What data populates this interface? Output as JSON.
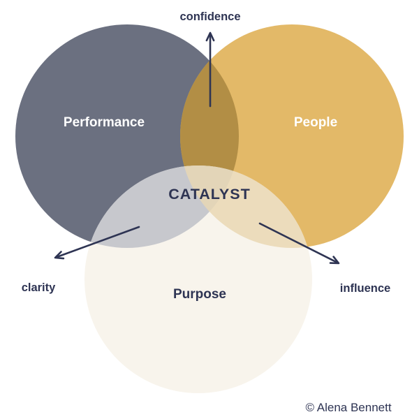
{
  "diagram": {
    "background": "#ffffff",
    "text_color": "#2e3453",
    "arrow_color": "#2e3453",
    "center_label": "CATALYST",
    "credit": "© Alena Bennett",
    "circles": {
      "performance": {
        "label": "Performance",
        "color": "#6b7080",
        "label_color": "#ffffff"
      },
      "people": {
        "label": "People",
        "color": "#e3b968",
        "label_color": "#ffffff"
      },
      "purpose": {
        "label": "Purpose",
        "color": "#f8f4ec",
        "label_color": "#2e3453"
      }
    },
    "overlaps": {
      "performance_people": "#b28e45",
      "performance_purpose": "#c7c8cd",
      "people_purpose": "#ecdcbc",
      "center": "#e3d5b8"
    },
    "arrows": {
      "up": {
        "label": "confidence"
      },
      "down_left": {
        "label": "clarity"
      },
      "down_right": {
        "label": "influence"
      }
    }
  }
}
